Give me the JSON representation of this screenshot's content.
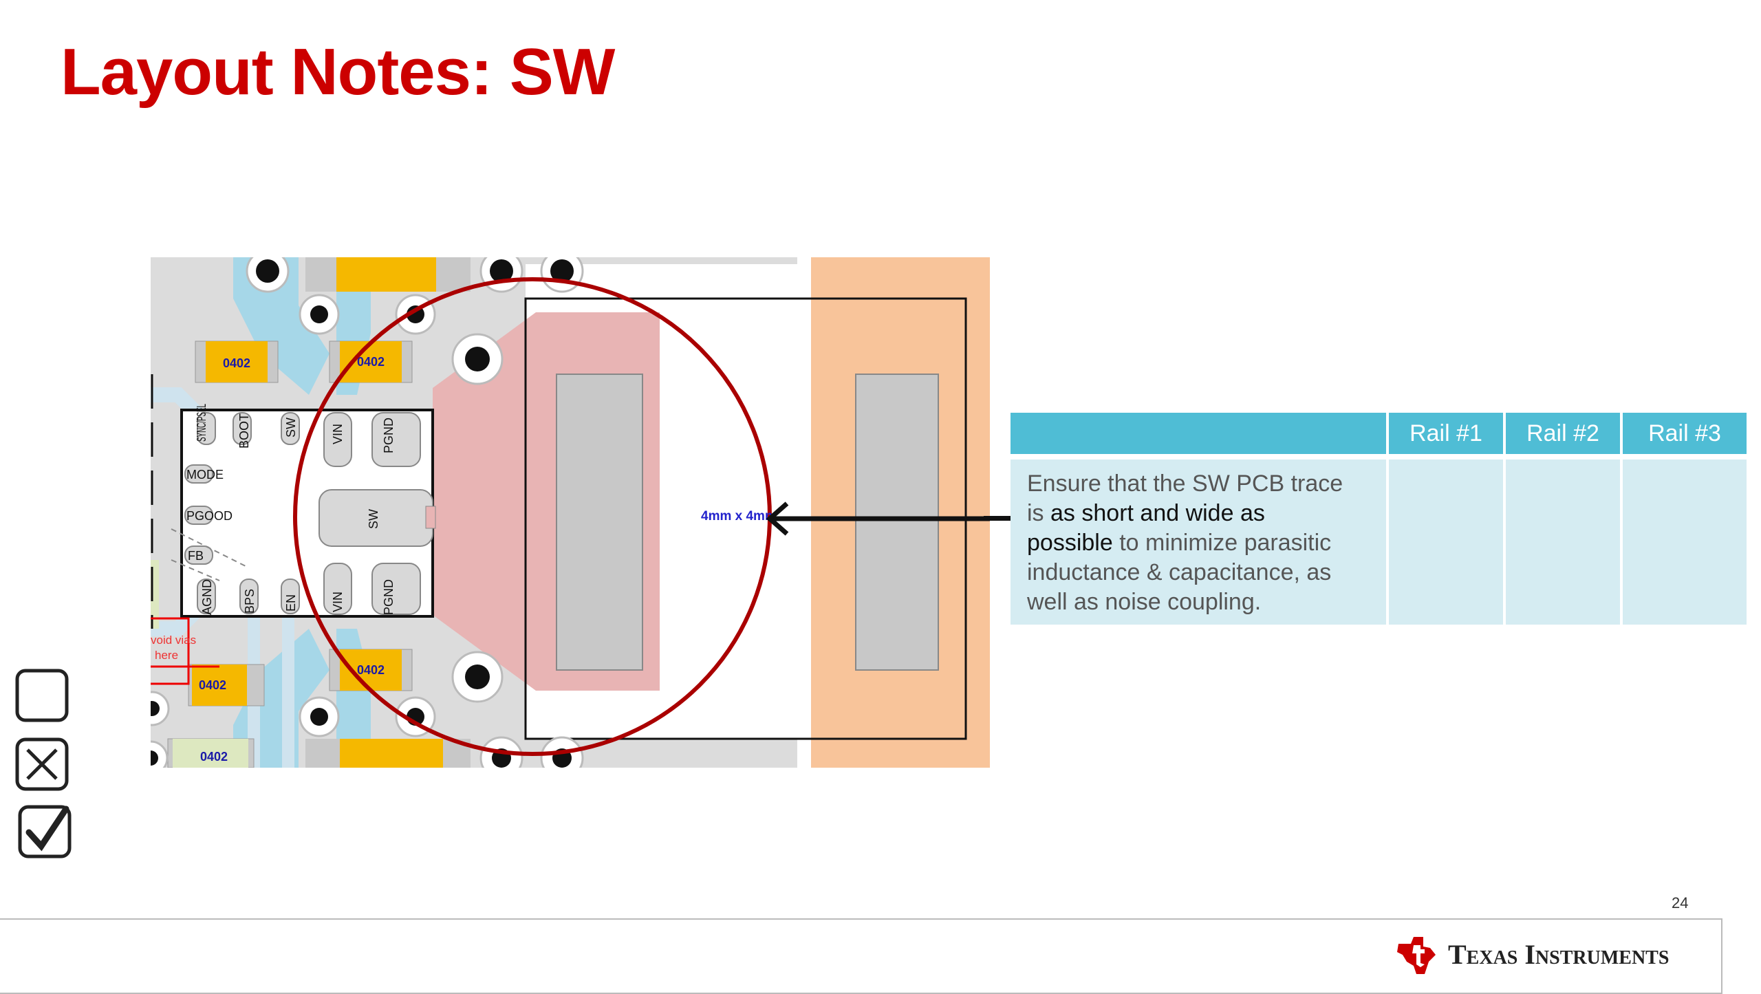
{
  "slide": {
    "title": "Layout Notes: SW",
    "page_number": "24"
  },
  "diagram": {
    "pin_labels": {
      "sync_pset": "SYNC/PSEL",
      "boot": "BOOT",
      "sw_top": "SW",
      "vin_top": "VIN",
      "pgnd_top": "PGND",
      "mode": "MODE",
      "pgood": "PGOOD",
      "fb": "FB",
      "agnd": "AGND",
      "bps": "BPS",
      "en": "EN",
      "vin_bottom": "VIN",
      "pgnd_bottom": "PGND",
      "sw_center": "SW"
    },
    "component_labels": [
      "0402",
      "0402",
      "0402",
      "0402",
      "0402"
    ],
    "avoid_vias_note": [
      "void vias",
      "here"
    ],
    "dimension_text": "4mm x 4mm",
    "colors": {
      "highlight_circle": "#aa0000",
      "copper_orange": "#f8c49a",
      "pad_gray": "#c8c8c8",
      "trace_blue": "#a6d7e8",
      "pad_pink": "#e8b4b4",
      "component_yellow": "#f5b800"
    }
  },
  "table": {
    "headers": [
      "",
      "Rail #1",
      "Rail #2",
      "Rail #3"
    ],
    "row": {
      "text_before": "Ensure that the SW PCB trace is",
      "text_emphasis": "as short and wide as possible",
      "text_after": "to minimize parasitic inductance & capacitance, as well as noise coupling.",
      "rail_cells": [
        "",
        "",
        ""
      ]
    },
    "colors": {
      "header": "#4fbdd5",
      "body": "#d5ecf2"
    }
  },
  "checkbox_legend": [
    {
      "icon": "empty-checkbox-icon"
    },
    {
      "icon": "x-checkbox-icon"
    },
    {
      "icon": "check-checkbox-icon"
    }
  ],
  "footer": {
    "brand": "Texas Instruments",
    "logo_icon": "ti-logo-icon",
    "brand_color": "#cc0000"
  }
}
